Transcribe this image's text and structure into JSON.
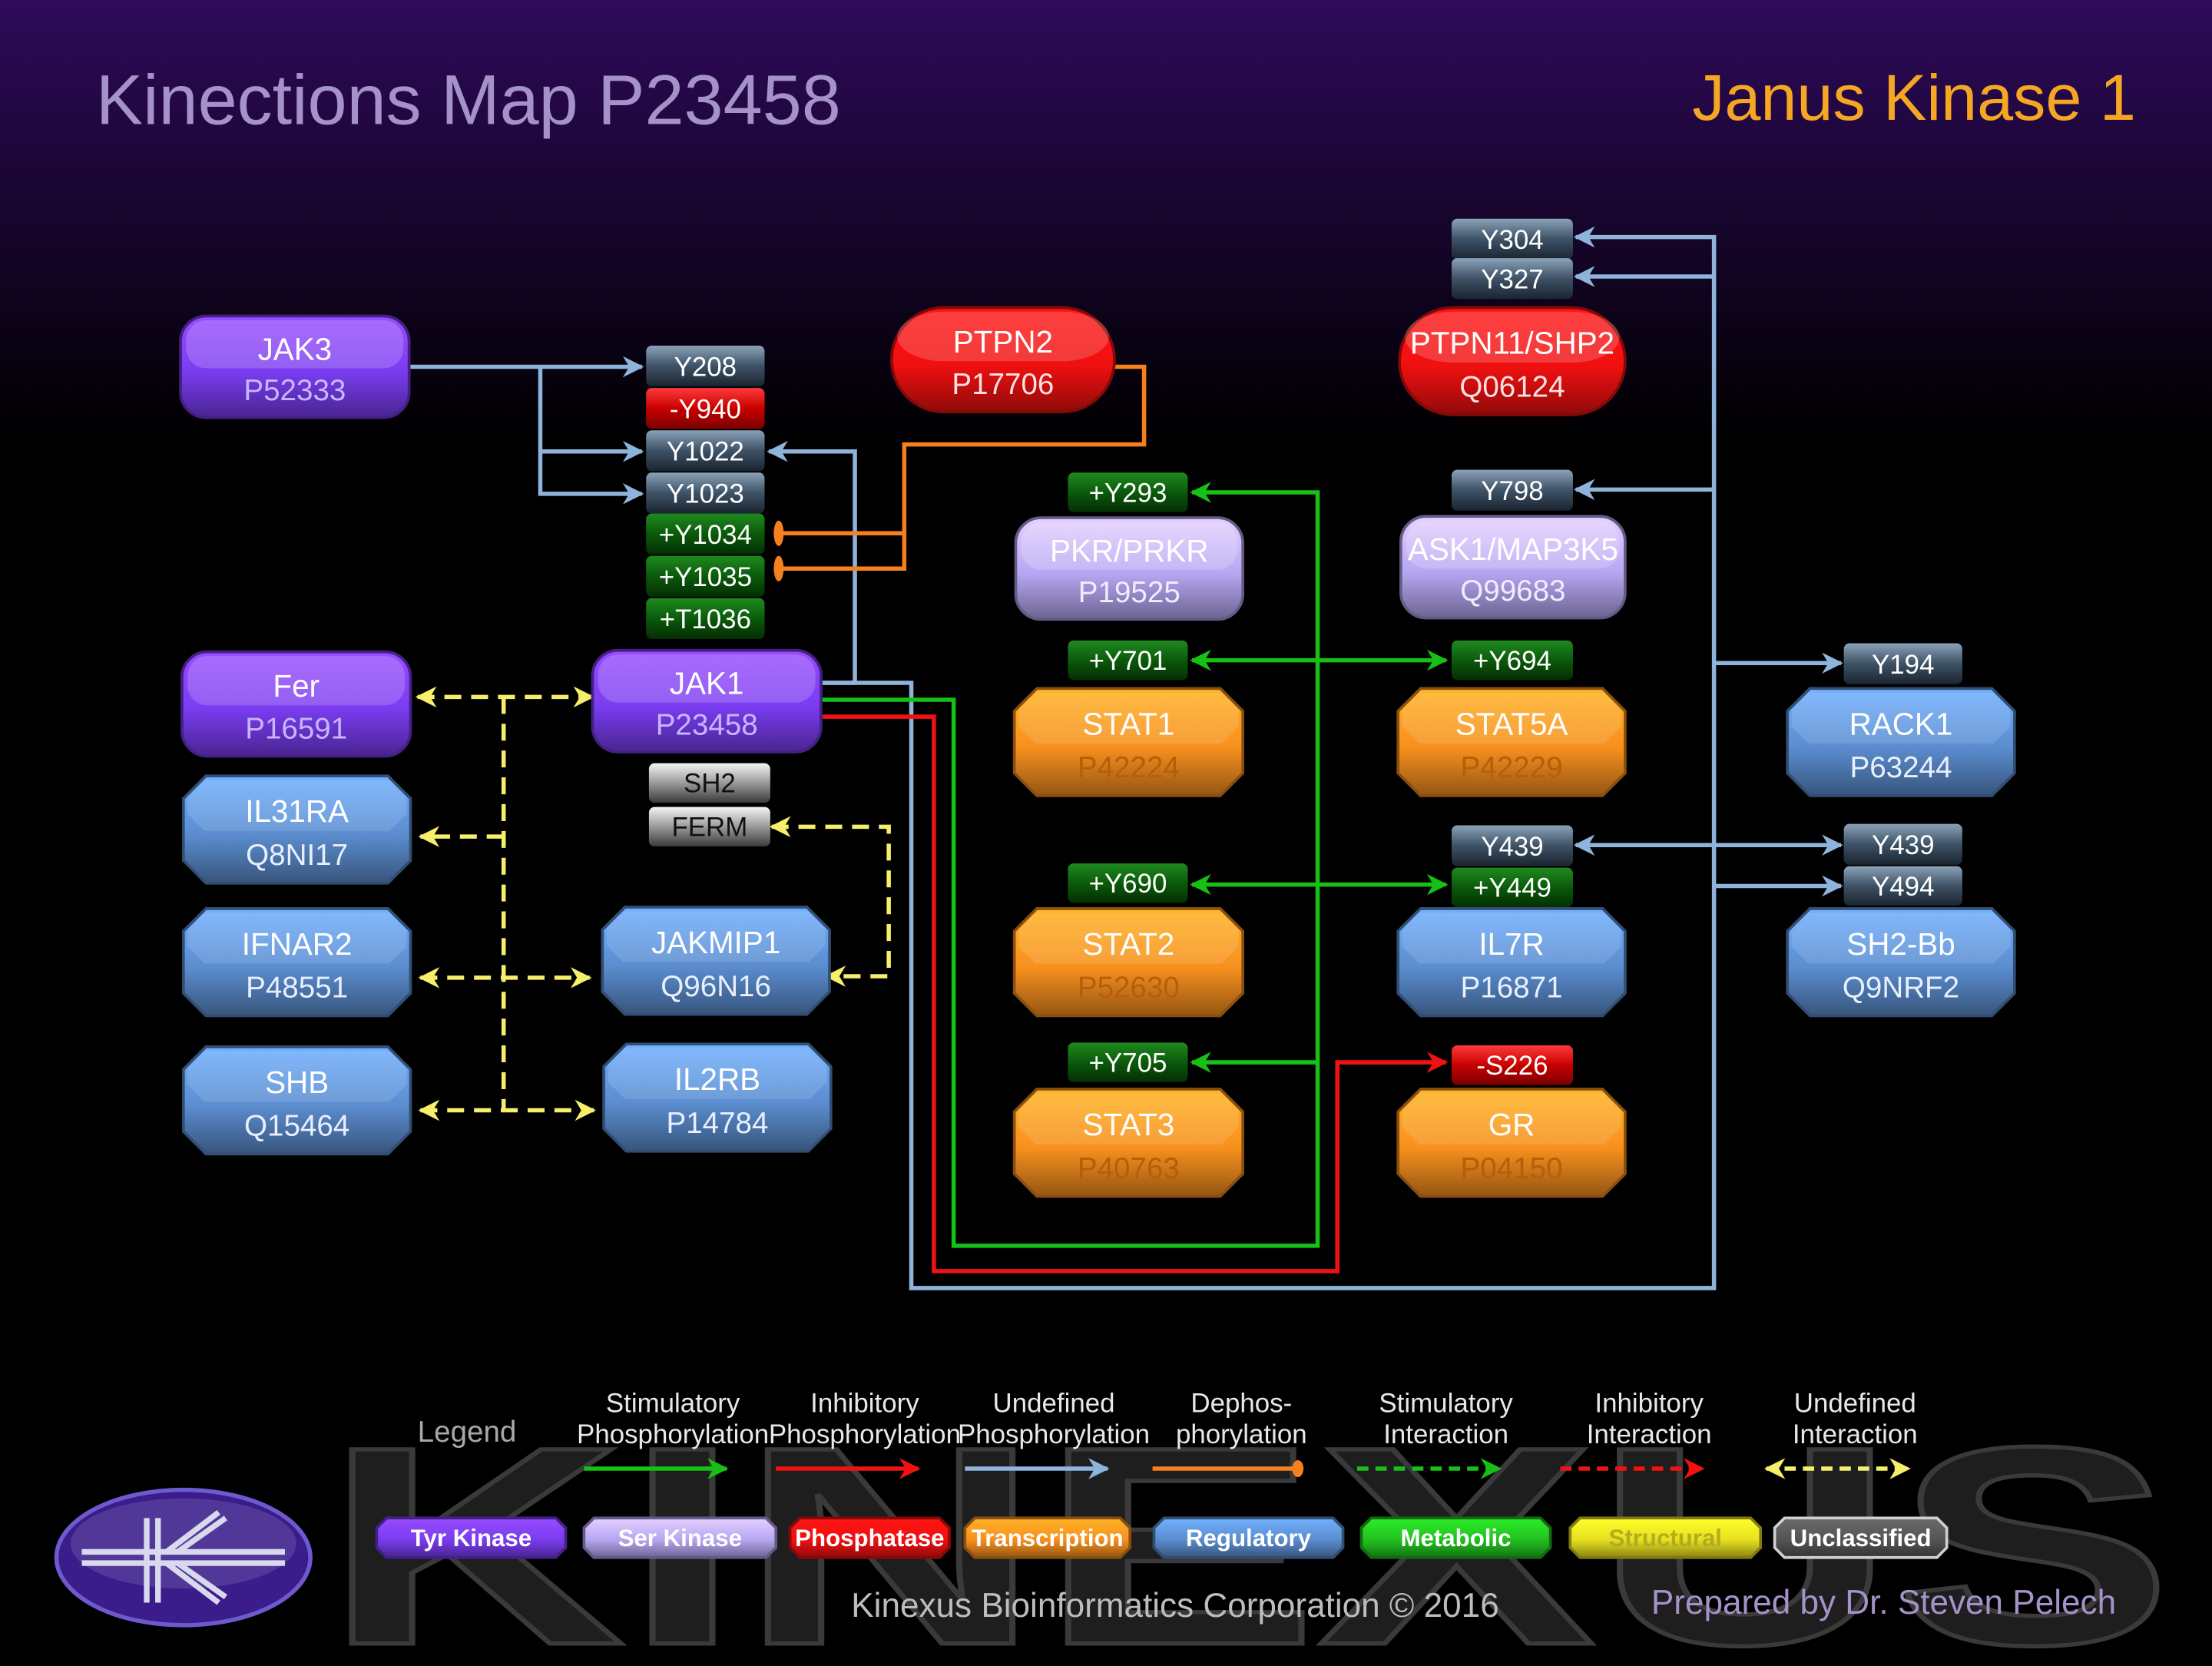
{
  "header": {
    "title": "Kinections Map P23458",
    "subtitle": "Janus Kinase 1"
  },
  "colors": {
    "tyr_kinase": "#7a3cf0",
    "ser_kinase": "#b6a6f2",
    "phosphatase": "#f01010",
    "transcription": "#f7901e",
    "regulatory": "#5b8dcf",
    "metabolic": "#22c020",
    "structural": "#e8e020",
    "unclassified": "#cfcfcf",
    "stimulatory": "#16c016",
    "inhibitory": "#f01212",
    "undefined": "#8fb4dc",
    "dephosphorylation": "#f7801e",
    "interaction_undefined": "#f5ef6a"
  },
  "nodes": [
    {
      "id": "jak3",
      "name": "JAK3",
      "acc": "P52333",
      "cls": "tyr_kinase"
    },
    {
      "id": "ptpn2",
      "name": "PTPN2",
      "acc": "P17706",
      "cls": "phosphatase"
    },
    {
      "id": "ptpn11",
      "name": "PTPN11/SHP2",
      "acc": "Q06124",
      "cls": "phosphatase"
    },
    {
      "id": "pkr",
      "name": "PKR/PRKR",
      "acc": "P19525",
      "cls": "ser_kinase"
    },
    {
      "id": "ask1",
      "name": "ASK1/MAP3K5",
      "acc": "Q99683",
      "cls": "ser_kinase"
    },
    {
      "id": "fer",
      "name": "Fer",
      "acc": "P16591",
      "cls": "tyr_kinase"
    },
    {
      "id": "jak1",
      "name": "JAK1",
      "acc": "P23458",
      "cls": "tyr_kinase"
    },
    {
      "id": "stat1",
      "name": "STAT1",
      "acc": "P42224",
      "cls": "transcription"
    },
    {
      "id": "stat5a",
      "name": "STAT5A",
      "acc": "P42229",
      "cls": "transcription"
    },
    {
      "id": "rack1",
      "name": "RACK1",
      "acc": "P63244",
      "cls": "regulatory"
    },
    {
      "id": "il31ra",
      "name": "IL31RA",
      "acc": "Q8NI17",
      "cls": "regulatory"
    },
    {
      "id": "ifnar2",
      "name": "IFNAR2",
      "acc": "P48551",
      "cls": "regulatory"
    },
    {
      "id": "jakmip1",
      "name": "JAKMIP1",
      "acc": "Q96N16",
      "cls": "regulatory"
    },
    {
      "id": "stat2",
      "name": "STAT2",
      "acc": "P52630",
      "cls": "transcription"
    },
    {
      "id": "il7r",
      "name": "IL7R",
      "acc": "P16871",
      "cls": "regulatory"
    },
    {
      "id": "sh2bb",
      "name": "SH2-Bb",
      "acc": "Q9NRF2",
      "cls": "regulatory"
    },
    {
      "id": "shb",
      "name": "SHB",
      "acc": "Q15464",
      "cls": "regulatory"
    },
    {
      "id": "il2rb",
      "name": "IL2RB",
      "acc": "P14784",
      "cls": "regulatory"
    },
    {
      "id": "stat3",
      "name": "STAT3",
      "acc": "P40763",
      "cls": "transcription"
    },
    {
      "id": "gr",
      "name": "GR",
      "acc": "P04150",
      "cls": "transcription"
    }
  ],
  "sites": [
    {
      "id": "s_y208",
      "label": "Y208",
      "kind": "neutral"
    },
    {
      "id": "s_y940",
      "label": "-Y940",
      "kind": "inhibitory"
    },
    {
      "id": "s_y1022",
      "label": "Y1022",
      "kind": "neutral"
    },
    {
      "id": "s_y1023",
      "label": "Y1023",
      "kind": "neutral"
    },
    {
      "id": "s_y1034",
      "label": "+Y1034",
      "kind": "stimulatory"
    },
    {
      "id": "s_y1035",
      "label": "+Y1035",
      "kind": "stimulatory"
    },
    {
      "id": "s_t1036",
      "label": "+T1036",
      "kind": "stimulatory"
    },
    {
      "id": "s_y304",
      "label": "Y304",
      "kind": "neutral"
    },
    {
      "id": "s_y327",
      "label": "Y327",
      "kind": "neutral"
    },
    {
      "id": "s_y293",
      "label": "+Y293",
      "kind": "stimulatory"
    },
    {
      "id": "s_y798",
      "label": "Y798",
      "kind": "neutral"
    },
    {
      "id": "s_y701",
      "label": "+Y701",
      "kind": "stimulatory"
    },
    {
      "id": "s_y694",
      "label": "+Y694",
      "kind": "stimulatory"
    },
    {
      "id": "s_y194",
      "label": "Y194",
      "kind": "neutral"
    },
    {
      "id": "s_sh2",
      "label": "SH2",
      "kind": "domain"
    },
    {
      "id": "s_ferm",
      "label": "FERM",
      "kind": "domain"
    },
    {
      "id": "s_y690",
      "label": "+Y690",
      "kind": "stimulatory"
    },
    {
      "id": "s_y439a",
      "label": "Y439",
      "kind": "neutral"
    },
    {
      "id": "s_y449",
      "label": "+Y449",
      "kind": "stimulatory"
    },
    {
      "id": "s_y439b",
      "label": "Y439",
      "kind": "neutral"
    },
    {
      "id": "s_y494",
      "label": "Y494",
      "kind": "neutral"
    },
    {
      "id": "s_y705",
      "label": "+Y705",
      "kind": "stimulatory"
    },
    {
      "id": "s_s226",
      "label": "-S226",
      "kind": "inhibitory"
    }
  ],
  "legend": {
    "title": "Legend",
    "arrows": [
      {
        "id": "stim_phos",
        "line1": "Stimulatory",
        "line2": "Phosphorylation"
      },
      {
        "id": "inhib_phos",
        "line1": "Inhibitory",
        "line2": "Phosphorylation"
      },
      {
        "id": "undef_phos",
        "line1": "Undefined",
        "line2": "Phosphorylation"
      },
      {
        "id": "dephos",
        "line1": "Dephos-",
        "line2": "phorylation"
      },
      {
        "id": "stim_int",
        "line1": "Stimulatory",
        "line2": "Interaction"
      },
      {
        "id": "inhib_int",
        "line1": "Inhibitory",
        "line2": "Interaction"
      },
      {
        "id": "undef_int",
        "line1": "Undefined",
        "line2": "Interaction"
      }
    ],
    "classes": [
      {
        "id": "tyr_kinase",
        "label": "Tyr Kinase"
      },
      {
        "id": "ser_kinase",
        "label": "Ser Kinase"
      },
      {
        "id": "phosphatase",
        "label": "Phosphatase"
      },
      {
        "id": "transcription",
        "label": "Transcription"
      },
      {
        "id": "regulatory",
        "label": "Regulatory"
      },
      {
        "id": "metabolic",
        "label": "Metabolic"
      },
      {
        "id": "structural",
        "label": "Structural"
      },
      {
        "id": "unclassified",
        "label": "Unclassified"
      }
    ]
  },
  "footer": {
    "watermark": "KINEXUS",
    "copyright": "Kinexus Bioinformatics Corporation © 2016",
    "prepared_by": "Prepared by Dr. Steven Pelech"
  }
}
